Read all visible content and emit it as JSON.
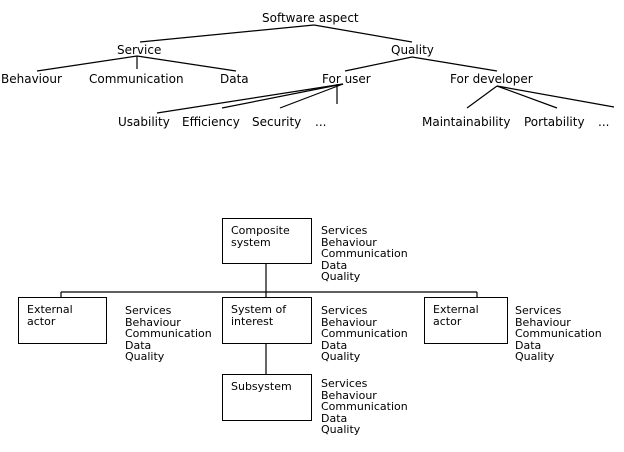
{
  "tree": {
    "root": "Software aspect",
    "service": {
      "label": "Service",
      "children": [
        "Behaviour",
        "Communication",
        "Data"
      ]
    },
    "quality": {
      "label": "Quality",
      "for_user": {
        "label": "For user",
        "children": [
          "Usability",
          "Efficiency",
          "Security",
          "..."
        ]
      },
      "for_developer": {
        "label": "For developer",
        "children": [
          "Maintainability",
          "Portability",
          "..."
        ]
      }
    }
  },
  "system": {
    "composite": {
      "label_line1": "Composite",
      "label_line2": "system"
    },
    "external_left": {
      "label_line1": "External",
      "label_line2": "actor"
    },
    "interest": {
      "label_line1": "System of",
      "label_line2": "interest"
    },
    "external_right": {
      "label_line1": "External",
      "label_line2": "actor"
    },
    "subsystem": {
      "label": "Subsystem"
    },
    "attributes": [
      "Services",
      "Behaviour",
      "Communication",
      "Data",
      "Quality"
    ]
  }
}
